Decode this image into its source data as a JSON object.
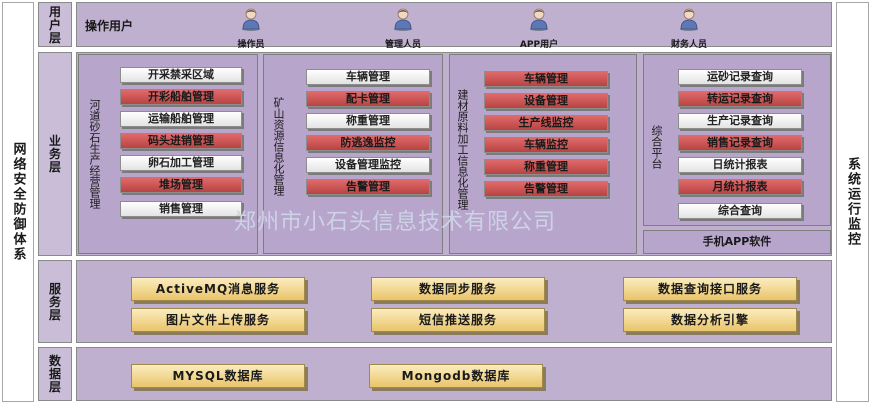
{
  "left_side_label": "网络安全防御体系",
  "right_side_label": "系统运行监控",
  "layers": {
    "user": "用户层",
    "business": "业务层",
    "service": "服务层",
    "data": "数据层"
  },
  "user_layer": {
    "title": "操作用户",
    "users": [
      "操作员",
      "管理人员",
      "APP用户",
      "财务人员"
    ]
  },
  "panels": [
    {
      "title": "河道砂石生产经营管理",
      "items": [
        {
          "label": "开采禁采区域",
          "style": "light"
        },
        {
          "label": "开彩船舶管理",
          "style": "red"
        },
        {
          "label": "运输船舶管理",
          "style": "light"
        },
        {
          "label": "码头进销管理",
          "style": "red"
        },
        {
          "label": "卵石加工管理",
          "style": "light"
        },
        {
          "label": "堆场管理",
          "style": "red"
        },
        {
          "label": "销售管理",
          "style": "light"
        }
      ]
    },
    {
      "title": "矿山资源信息化管理",
      "items": [
        {
          "label": "车辆管理",
          "style": "light"
        },
        {
          "label": "配卡管理",
          "style": "red"
        },
        {
          "label": "称重管理",
          "style": "light"
        },
        {
          "label": "防逃逸监控",
          "style": "red"
        },
        {
          "label": "设备管理监控",
          "style": "light"
        },
        {
          "label": "告警管理",
          "style": "red"
        }
      ]
    },
    {
      "title": "建材原料加工信息化管理",
      "items": [
        {
          "label": "车辆管理",
          "style": "red"
        },
        {
          "label": "设备管理",
          "style": "red"
        },
        {
          "label": "生产线监控",
          "style": "red"
        },
        {
          "label": "车辆监控",
          "style": "red"
        },
        {
          "label": "称重管理",
          "style": "red"
        },
        {
          "label": "告警管理",
          "style": "red"
        }
      ]
    },
    {
      "title": "综合平台",
      "items": [
        {
          "label": "运砂记录查询",
          "style": "light"
        },
        {
          "label": "转运记录查询",
          "style": "red"
        },
        {
          "label": "生产记录查询",
          "style": "light"
        },
        {
          "label": "销售记录查询",
          "style": "red"
        },
        {
          "label": "日统计报表",
          "style": "light"
        },
        {
          "label": "月统计报表",
          "style": "red"
        },
        {
          "label": "综合查询",
          "style": "light"
        }
      ]
    }
  ],
  "app_software": "手机APP软件",
  "services": [
    "ActiveMQ消息服务",
    "数据同步服务",
    "数据查询接口服务",
    "图片文件上传服务",
    "短信推送服务",
    "数据分析引擎"
  ],
  "databases": [
    "MYSQL数据库",
    "Mongodb数据库"
  ],
  "watermark": "郑州市小石头信息技术有限公司",
  "colors": {
    "band": "#c0b0d0",
    "panel": "#b8a5cc",
    "red_button": "#c65252",
    "service_box": "#f0d58a"
  }
}
